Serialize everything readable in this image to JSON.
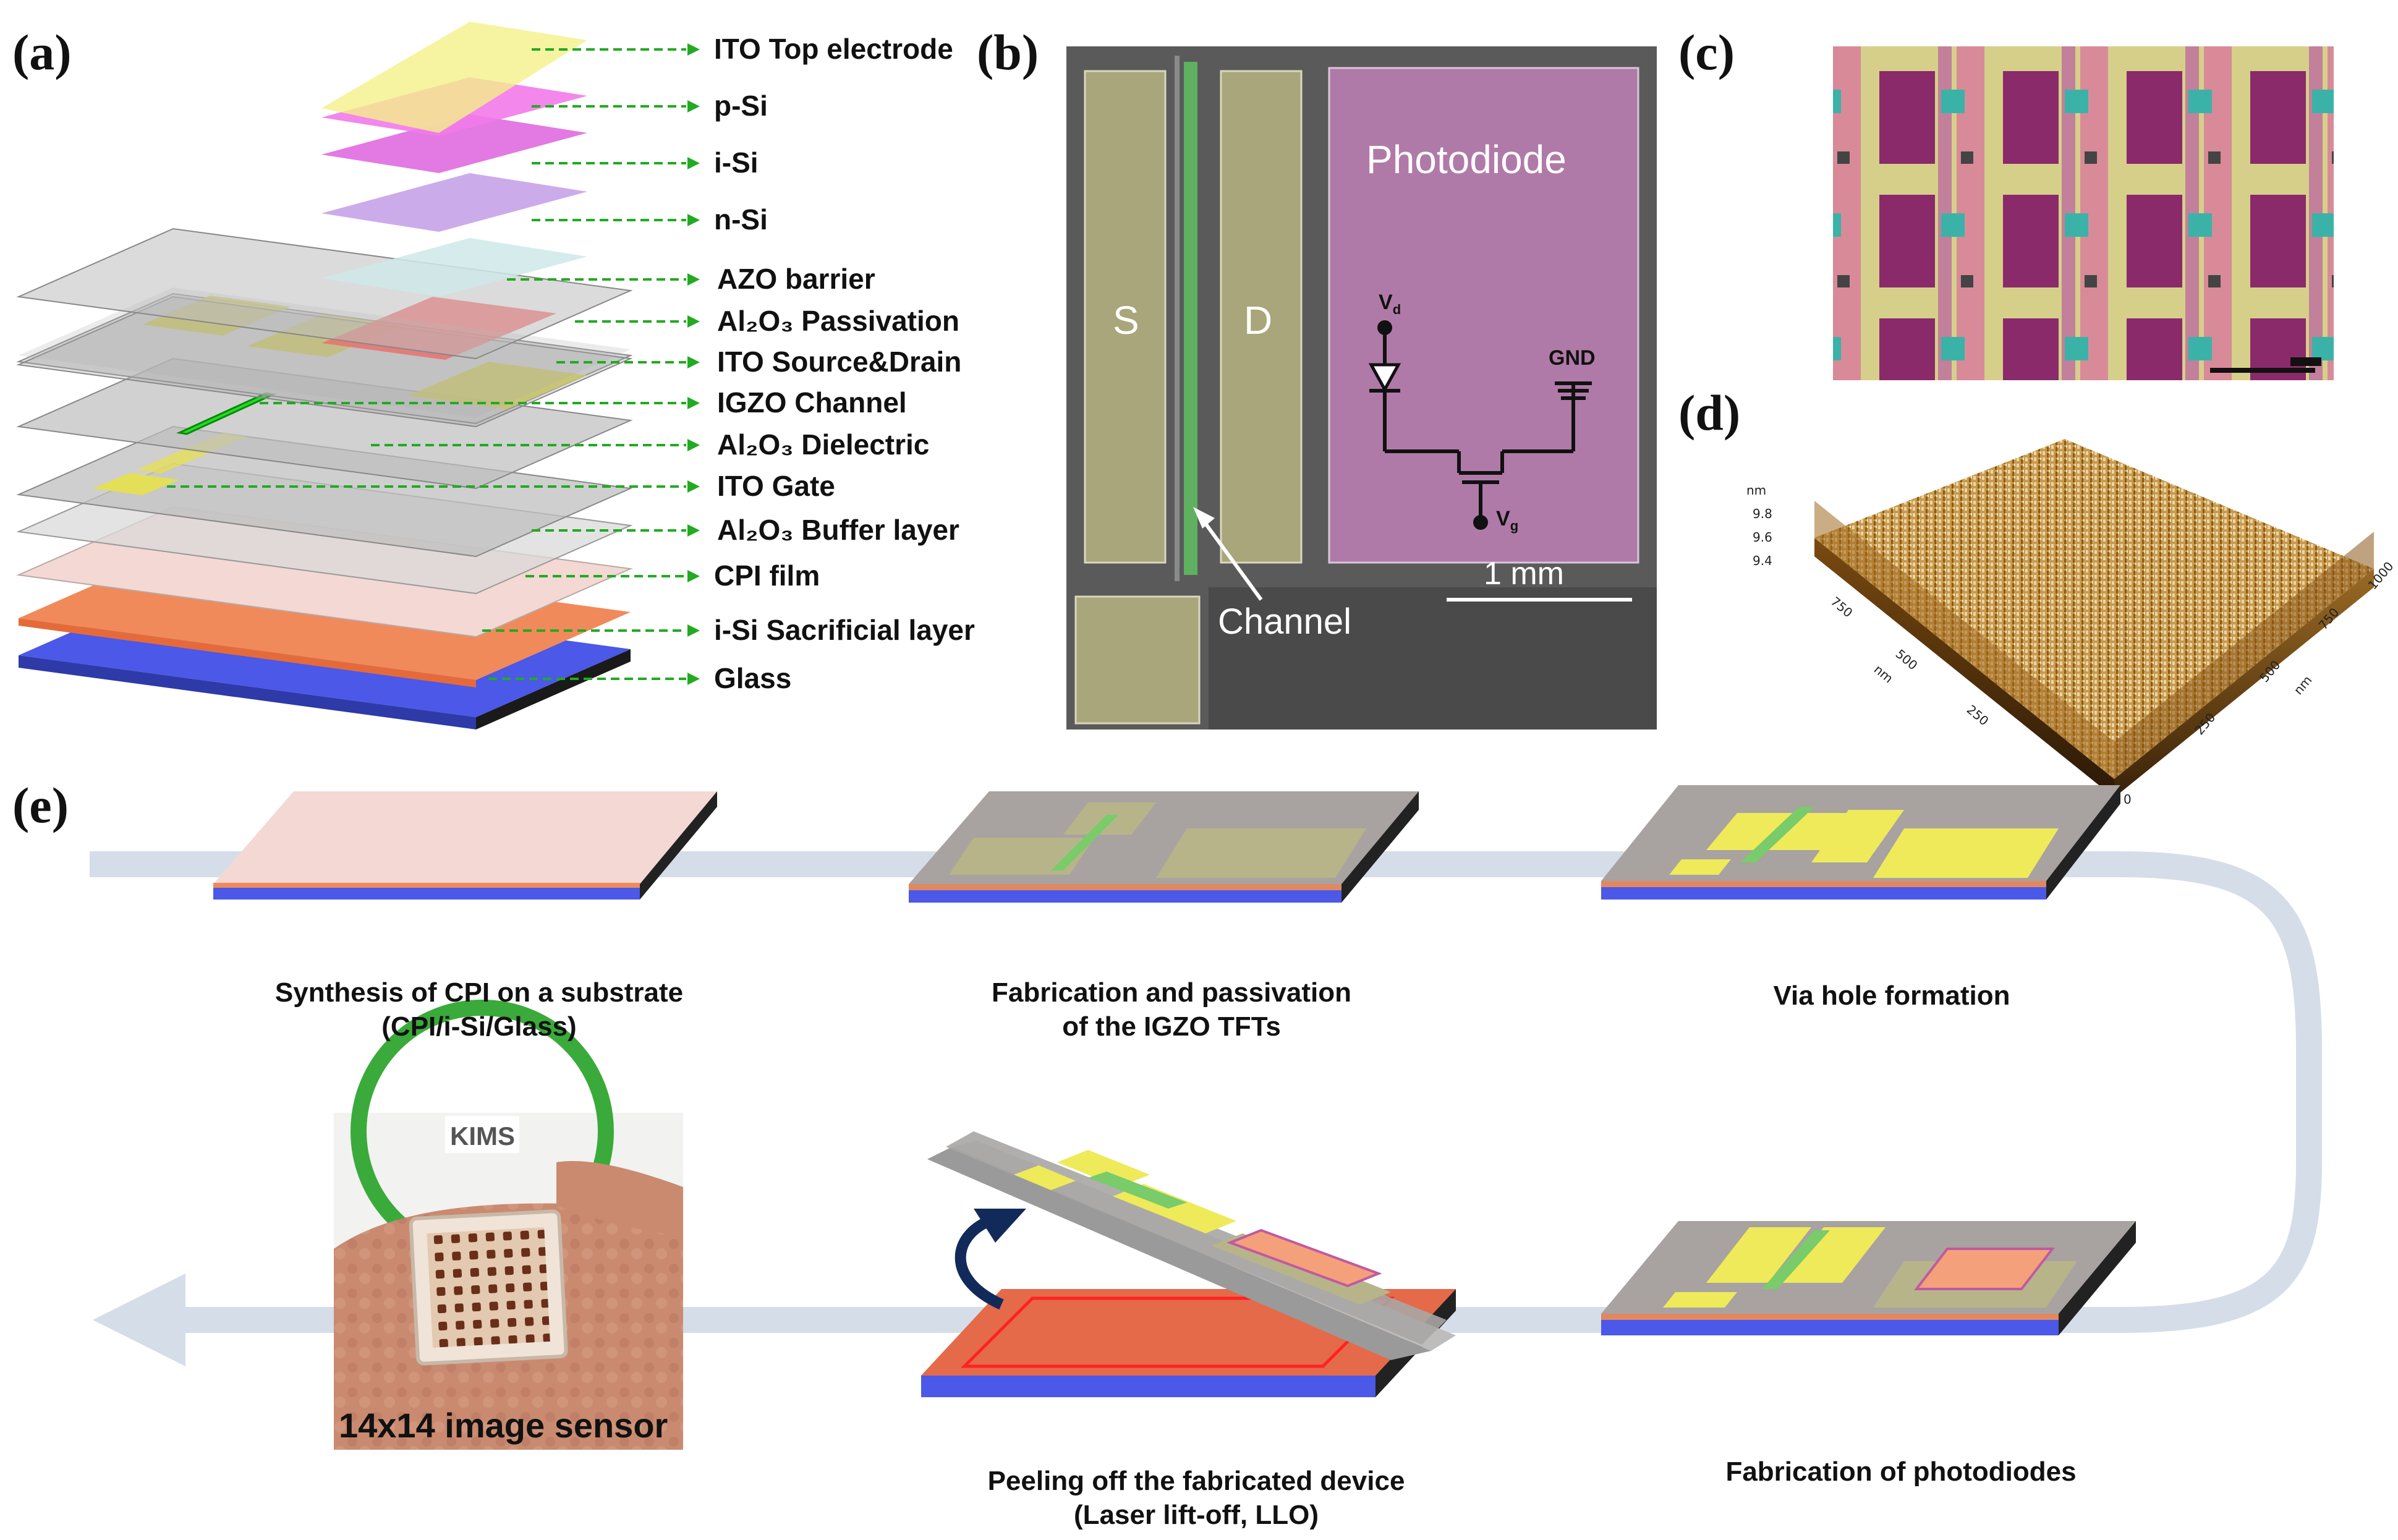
{
  "panels": {
    "a": "(a)",
    "b": "(b)",
    "c": "(c)",
    "d": "(d)",
    "e": "(e)"
  },
  "layers": [
    {
      "label": "ITO Top electrode",
      "color": "#f4f08a"
    },
    {
      "label": "p-Si",
      "color": "#f27ae9"
    },
    {
      "label": "i-Si",
      "color": "#e06ae0"
    },
    {
      "label": "n-Si",
      "color": "#c7a2e8"
    },
    {
      "label": "AZO barrier",
      "color": "#cfe7e7"
    },
    {
      "label": "Al₂O₃ Passivation",
      "color": "#ff6d6d"
    },
    {
      "label": "ITO Source&Drain",
      "color": "#d8d34a"
    },
    {
      "label": "IGZO Channel",
      "color": "#22dd22"
    },
    {
      "label": "Al₂O₃ Dielectric",
      "color": "#bdbdbd"
    },
    {
      "label": "ITO Gate",
      "color": "#e3df58"
    },
    {
      "label": "Al₂O₃ Buffer layer",
      "color": "#cfcfcf"
    },
    {
      "label": "CPI film",
      "color": "#f3d8d3"
    },
    {
      "label": "i-Si Sacrificial layer",
      "color": "#f08a5a"
    },
    {
      "label": "Glass",
      "color": "#4b58e8"
    }
  ],
  "sem": {
    "source": "S",
    "drain": "D",
    "photodiode": "Photodiode",
    "vd": "V",
    "vd_sub": "d",
    "vg": "V",
    "vg_sub": "g",
    "gnd": "GND",
    "scale": "1 mm",
    "channel": "Channel"
  },
  "afm": {
    "unit": "nm",
    "z_ticks": [
      "9.8",
      "9.6",
      "9.4"
    ],
    "x_ticks": [
      "0",
      "250",
      "500",
      "750",
      "1000"
    ],
    "y_ticks": [
      "0",
      "250",
      "500",
      "750"
    ]
  },
  "steps": {
    "s1": [
      "Synthesis of CPI on a substrate",
      "(CPI/i-Si/Glass)"
    ],
    "s2": [
      "Fabrication and passivation",
      "of the IGZO TFTs"
    ],
    "s3": [
      "Via hole formation"
    ],
    "s4": [
      "Fabrication of photodiodes"
    ],
    "s5": [
      "Peeling off the fabricated device",
      "(Laser lift-off, LLO)"
    ],
    "s6": "14x14 image sensor",
    "kims": "KIMS"
  },
  "colors": {
    "arrow": "#d5dde8",
    "glass": "#4b58e8",
    "cpi": "#f3d8d3",
    "sacrificial": "#f08a5a",
    "ito": "#eeea5a",
    "igzo": "#22cc44",
    "leader": "#22aa22"
  }
}
